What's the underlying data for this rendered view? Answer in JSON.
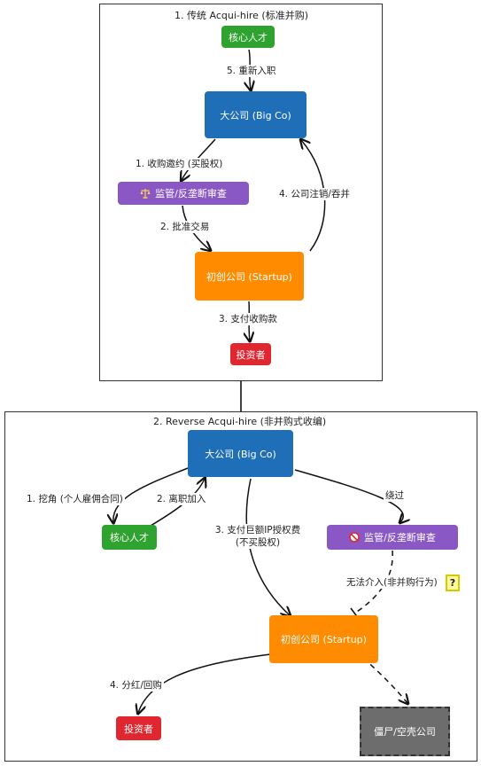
{
  "top": {
    "title": "1. 传统 Acqui-hire (标准并购)",
    "nodes": {
      "talent": "核心人才",
      "bigco": "大公司 (Big Co)",
      "review": "监管/反垄断审查",
      "startup": "初创公司 (Startup)",
      "investor": "投资者"
    },
    "edges": {
      "rehire": "5. 重新入职",
      "offer": "1. 收购邀约 (买股权)",
      "approve": "2. 批准交易",
      "dissolve": "4. 公司注销/吞并",
      "pay": "3. 支付收购款"
    },
    "icons": {
      "review": "scales-icon"
    }
  },
  "bottom": {
    "title": "2. Reverse Acqui-hire (非并购式收编)",
    "nodes": {
      "bigco": "大公司 (Big Co)",
      "talent": "核心人才",
      "review": "监管/反垄断审查",
      "startup": "初创公司 (Startup)",
      "investor": "投资者",
      "zombie": "僵尸/空壳公司"
    },
    "edges": {
      "poach": "1. 挖角 (个人雇佣合同)",
      "leave": "2. 离职加入",
      "license": "3. 支付巨额IP授权费\n(不买股权)",
      "bypass": "绕过",
      "cannot": "无法介入(非并购行为)",
      "dividend": "4. 分红/回购"
    },
    "icons": {
      "review": "prohibited-icon",
      "cannot": "question-icon"
    },
    "question_mark": "?"
  },
  "colors": {
    "green": "#2fa32f",
    "blue": "#1f6fb8",
    "purple": "#8a58c4",
    "orange": "#ff8c00",
    "red": "#e0262e",
    "gray": "#6d6d6d"
  }
}
